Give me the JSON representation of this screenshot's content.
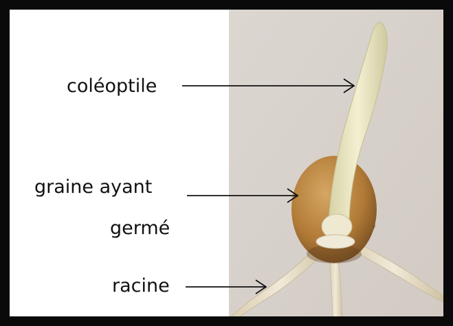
{
  "labels": {
    "coleoptile": "coléoptile",
    "graine_line1": "graine ayant",
    "graine_line2": "germé",
    "racine": "racine"
  },
  "colors": {
    "frame": "#0a0a0a",
    "background_left": "#ffffff",
    "photo_background": "#d8d2cc",
    "seed": "#b3803d",
    "coleoptile": "#e8e4bf",
    "root": "#e6dcc4",
    "arrow": "#111111",
    "text": "#111111"
  }
}
